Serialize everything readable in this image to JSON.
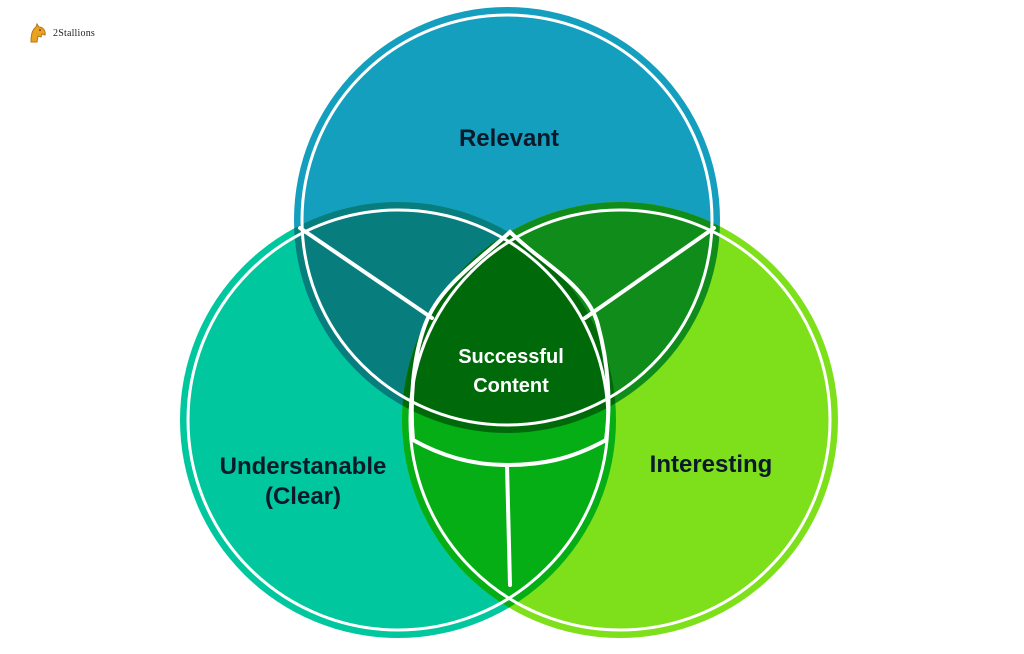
{
  "brand": {
    "name": "2Stallions",
    "logo_icon": "horse-head-logo"
  },
  "venn": {
    "sets": [
      {
        "key": "top",
        "label": "Relevant",
        "color": "#149fbf",
        "label_color": "#0a1a2a"
      },
      {
        "key": "left",
        "label_lines": [
          "Understanable",
          "(Clear)"
        ],
        "color": "#00c79d",
        "label_color": "#0a1a2a"
      },
      {
        "key": "right",
        "label": "Interesting",
        "color": "#7ee01a",
        "label_color": "#0a1a2a"
      }
    ],
    "overlaps": {
      "top_left": "#077d7d",
      "top_right": "#0f8c19",
      "left_right": "#04ae14",
      "center": "#006a0a"
    },
    "center": {
      "label_lines": [
        "Successful",
        "Content"
      ],
      "label_color": "#ffffff"
    }
  }
}
